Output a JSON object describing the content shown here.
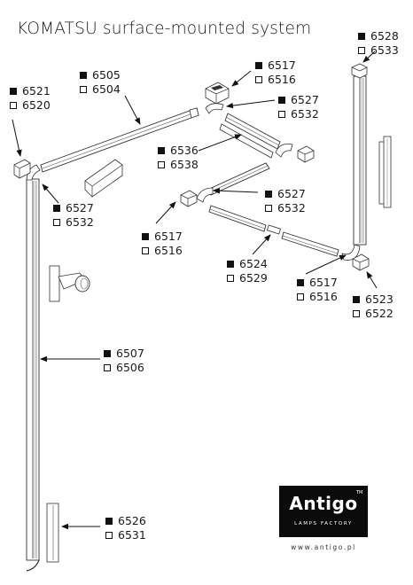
{
  "title": "KOMATSU surface-mounted system",
  "legend_symbols": {
    "black": "black-square-icon",
    "white": "white-square-icon"
  },
  "labels": [
    {
      "id": "6505",
      "black": "6505",
      "white": "6504"
    },
    {
      "id": "6521",
      "black": "6521",
      "white": "6520"
    },
    {
      "id": "6517a",
      "black": "6517",
      "white": "6516"
    },
    {
      "id": "6527a",
      "black": "6527",
      "white": "6532"
    },
    {
      "id": "6528",
      "black": "6528",
      "white": "6533"
    },
    {
      "id": "6536",
      "black": "6536",
      "white": "6538"
    },
    {
      "id": "6527b",
      "black": "6527",
      "white": "6532"
    },
    {
      "id": "6527c",
      "black": "6527",
      "white": "6532"
    },
    {
      "id": "6517b",
      "black": "6517",
      "white": "6516"
    },
    {
      "id": "6524",
      "black": "6524",
      "white": "6529"
    },
    {
      "id": "6517c",
      "black": "6517",
      "white": "6516"
    },
    {
      "id": "6523",
      "black": "6523",
      "white": "6522"
    },
    {
      "id": "6507",
      "black": "6507",
      "white": "6506"
    },
    {
      "id": "6526",
      "black": "6526",
      "white": "6531"
    }
  ],
  "logo": {
    "name": "Antigo",
    "trademark": "TM",
    "tagline": "LAMPS FACTORY",
    "url": "www.antigo.pl"
  }
}
